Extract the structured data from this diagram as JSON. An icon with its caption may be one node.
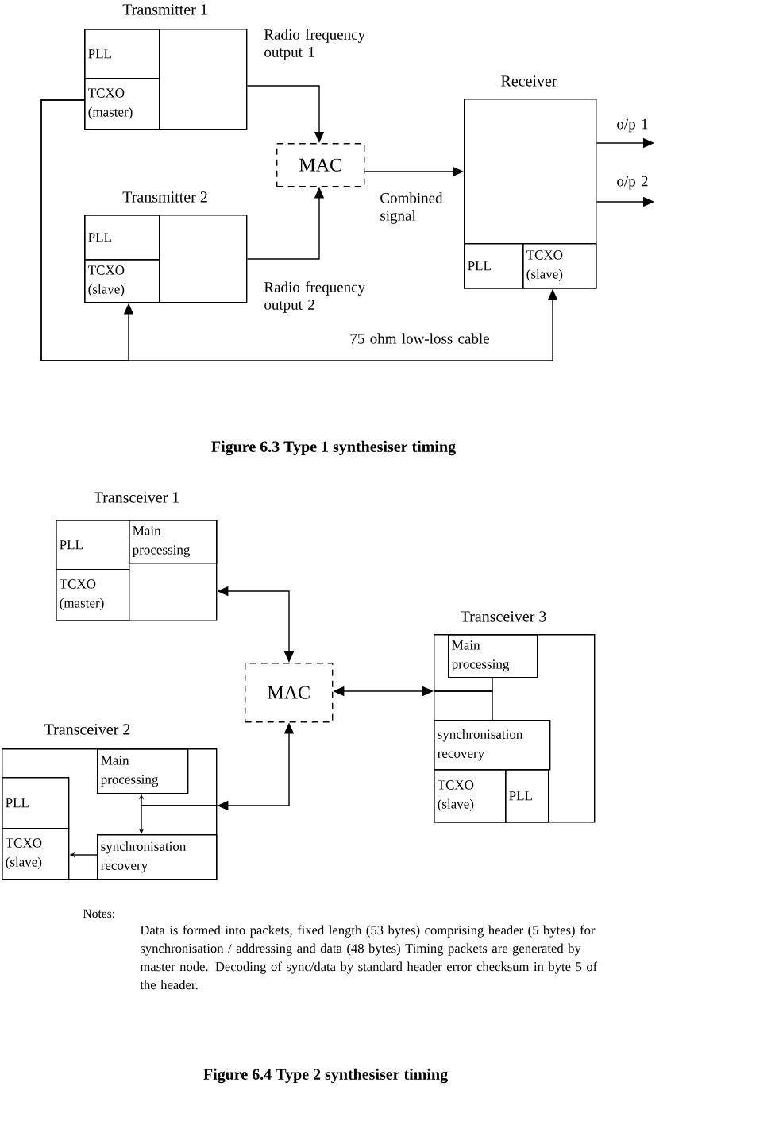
{
  "diagram": {
    "nodes": [
      {
        "text": [
          "Transmitter 1"
        ]
      },
      {
        "text": [
          "PLL"
        ],
        "in": 0
      },
      {
        "text": [
          "TCXO (master)"
        ],
        "in": 0
      },
      {
        "text": [
          "Transmitter 2"
        ]
      },
      {
        "text": [
          "PLL"
        ],
        "in": 3
      },
      {
        "text": [
          "TCXO (slave)"
        ],
        "in": 3
      },
      {
        "text": [
          "MAC"
        ]
      },
      {
        "text": [
          "Receiver"
        ]
      },
      {
        "text": [
          "PLL"
        ],
        "in": 7
      },
      {
        "text": [
          "TCXO (slave)"
        ],
        "in": 7
      },
      {
        "text": [
          "Transceiver 1"
        ]
      },
      {
        "text": [
          "PLL"
        ],
        "in": 10
      },
      {
        "text": [
          "Main processing"
        ],
        "in": 10
      },
      {
        "text": [
          "TCXO (master)"
        ],
        "in": 10
      },
      {
        "text": [
          "MAC"
        ]
      },
      {
        "text": [
          "Transceiver 3"
        ]
      },
      {
        "text": [
          "Main processing"
        ],
        "in": 15
      },
      {
        "text": [
          "synchronisation recovery"
        ],
        "in": 15
      },
      {
        "text": [
          "TCXO (slave)"
        ],
        "in": 15
      },
      {
        "text": [
          "PLL"
        ],
        "in": 15
      },
      {
        "text": [
          "Transceiver 2"
        ]
      },
      {
        "text": [
          "Main processing"
        ],
        "in": 20
      },
      {
        "text": [
          "PLL"
        ],
        "in": 20
      },
      {
        "text": [
          "TCXO (slave)"
        ],
        "in": 20
      },
      {
        "text": [
          "synchronisation recovery"
        ],
        "in": 20
      }
    ],
    "edges": [
      {
        "from": 0,
        "to": 6,
        "arrow": "to",
        "label": "Radio frequency output 1"
      },
      {
        "from": 3,
        "to": 6,
        "arrow": "to",
        "label": "Radio frequency output 2"
      },
      {
        "from": 6,
        "to": 7,
        "arrow": "to",
        "label": "Combined signal"
      },
      {
        "from": 7,
        "to": null,
        "arrow": "to",
        "label": "o/p 1"
      },
      {
        "from": 7,
        "to": null,
        "arrow": "to",
        "label": "o/p 2"
      },
      {
        "from": 2,
        "to": 5,
        "arrow": "to"
      },
      {
        "from": 2,
        "to": 9,
        "arrow": "to",
        "label": "75 ohm low-loss cable"
      },
      {
        "from": 10,
        "to": 14,
        "arrow": "both"
      },
      {
        "from": 14,
        "to": 15,
        "arrow": "both"
      },
      {
        "from": 14,
        "to": 20,
        "arrow": "both"
      },
      {
        "from": 20,
        "to": 21,
        "arrow": "to"
      },
      {
        "from": 20,
        "to": 24,
        "arrow": "to"
      },
      {
        "from": 24,
        "to": 23,
        "arrow": "to"
      },
      {
        "from": 15,
        "to": 16,
        "arrow": "none"
      },
      {
        "from": 15,
        "to": 17,
        "arrow": "none"
      }
    ],
    "labels": [
      "Figure 6.3 Type 1 synthesiser timing",
      "Notes:",
      "Data is formed into packets, fixed length (53 bytes) comprising header (5 bytes) for synchronisation / addressing and data (48 bytes) Timing packets are generated by master node. Decoding of sync/data by standard header error checksum in byte 5 of the header.",
      "Figure 6.4 Type 2 synthesiser timing"
    ]
  }
}
